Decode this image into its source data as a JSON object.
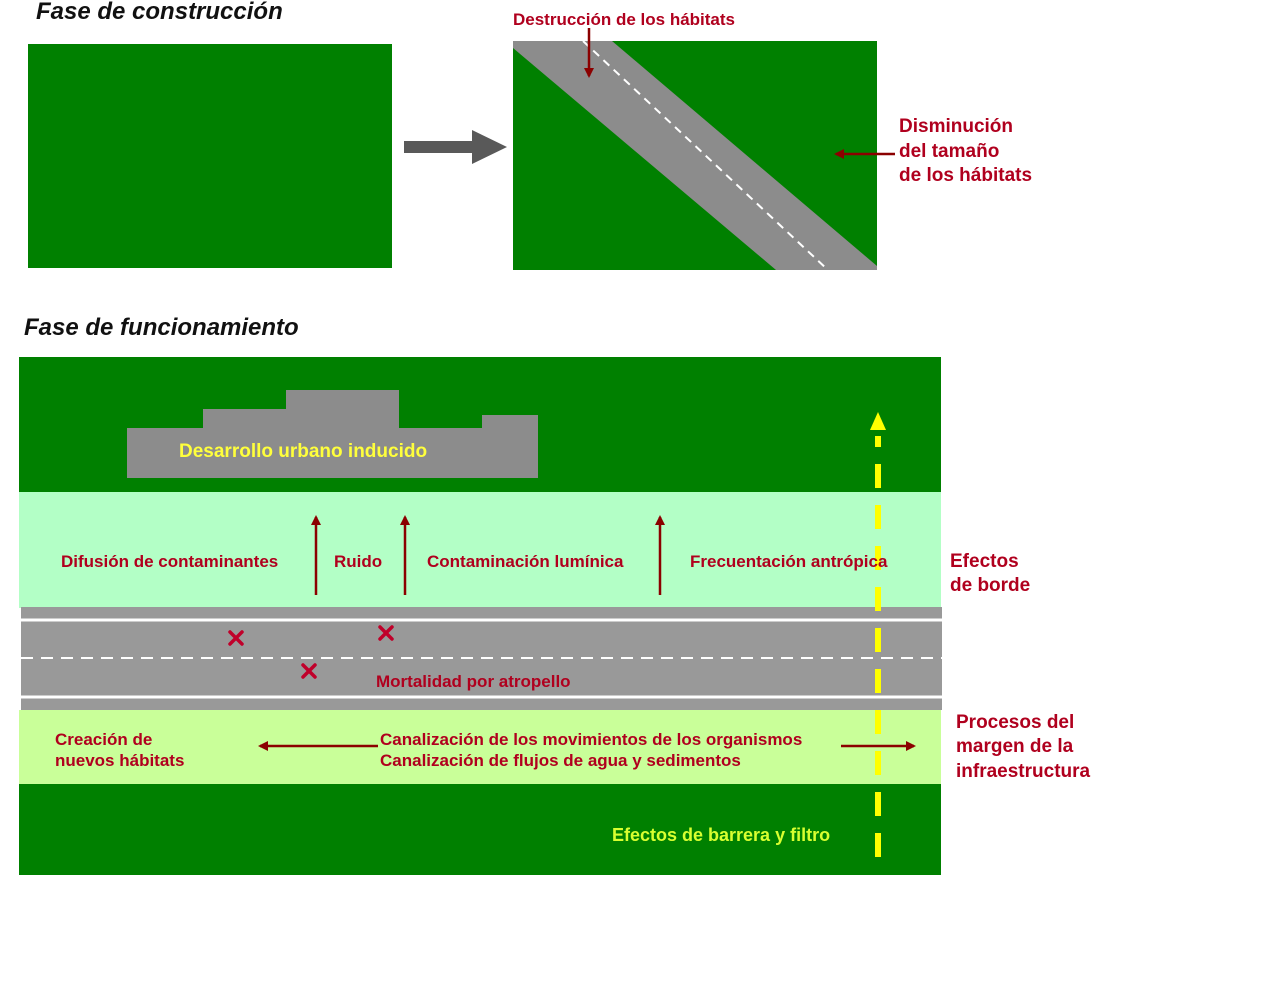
{
  "construccion": {
    "title": "Fase de construcción",
    "destruccion": "Destrucción de los hábitats",
    "disminucion": [
      "Disminución",
      "del tamaño",
      "de los hábitats"
    ]
  },
  "funcionamiento": {
    "title": "Fase de funcionamiento",
    "desarrollo": "Desarrollo urbano inducido",
    "difusion": "Difusión de contaminantes",
    "ruido": "Ruido",
    "contaminacion_luminica": "Contaminación lumínica",
    "frecuentacion": "Frecuentación antrópica",
    "efectos_borde": [
      "Efectos",
      "de borde"
    ],
    "mortalidad": "Mortalidad por atropello",
    "creacion": [
      "Creación de",
      "nuevos hábitats"
    ],
    "canalizacion": [
      "Canalización de los movimientos de los organismos",
      "Canalización de flujos de agua y sedimentos"
    ],
    "procesos_margen": [
      "Procesos del",
      "margen de la",
      "infraestructura"
    ],
    "barrera": "Efectos de barrera y filtro"
  },
  "colors": {
    "habitat_green": "#008000",
    "edge_zone": "#b3ffc6",
    "margin_zone": "#c9ff99",
    "road_gray": "#999999",
    "arrow_red": "#8b0000",
    "label_red": "#b0001e",
    "barrier_yellow": "#ffff00"
  }
}
